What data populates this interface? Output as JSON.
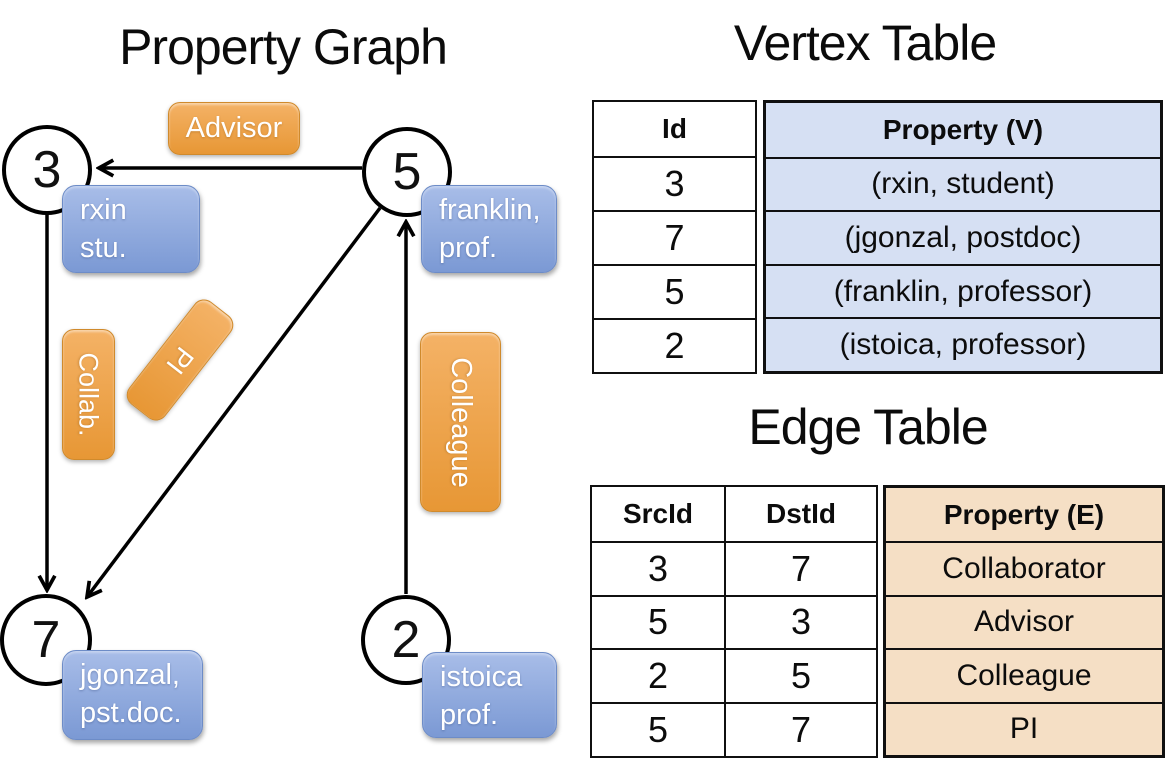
{
  "graph": {
    "title": "Property Graph",
    "nodes": [
      {
        "id": "3"
      },
      {
        "id": "5"
      },
      {
        "id": "7"
      },
      {
        "id": "2"
      }
    ],
    "edge_labels": {
      "advisor": "Advisor",
      "collab": "Collab.",
      "pi": "PI",
      "colleague": "Colleague"
    },
    "prop_boxes": {
      "rxin": {
        "line1": "rxin",
        "line2": "stu."
      },
      "franklin": {
        "line1": "franklin,",
        "line2": "prof."
      },
      "jgonzal": {
        "line1": "jgonzal,",
        "line2": "pst.doc."
      },
      "istoica": {
        "line1": "istoica",
        "line2": "prof."
      }
    }
  },
  "vertex_table": {
    "title": "Vertex Table",
    "headers": {
      "id": "Id",
      "property": "Property (V)"
    },
    "rows": [
      {
        "id": "3",
        "property": "(rxin, student)"
      },
      {
        "id": "7",
        "property": "(jgonzal, postdoc)"
      },
      {
        "id": "5",
        "property": "(franklin, professor)"
      },
      {
        "id": "2",
        "property": "(istoica, professor)"
      }
    ]
  },
  "edge_table": {
    "title": "Edge Table",
    "headers": {
      "src": "SrcId",
      "dst": "DstId",
      "property": "Property (E)"
    },
    "rows": [
      {
        "src": "3",
        "dst": "7",
        "property": "Collaborator"
      },
      {
        "src": "5",
        "dst": "3",
        "property": "Advisor"
      },
      {
        "src": "2",
        "dst": "5",
        "property": "Colleague"
      },
      {
        "src": "5",
        "dst": "7",
        "property": "PI"
      }
    ]
  },
  "colors": {
    "edge_label_top": "#f4b266",
    "edge_label_bottom": "#e79735",
    "vertex_box_top": "#a8bde8",
    "vertex_box_bottom": "#7b99d4",
    "vertex_cell": "#d6e0f3",
    "edge_cell": "#f5dfc5",
    "line": "#000000"
  }
}
